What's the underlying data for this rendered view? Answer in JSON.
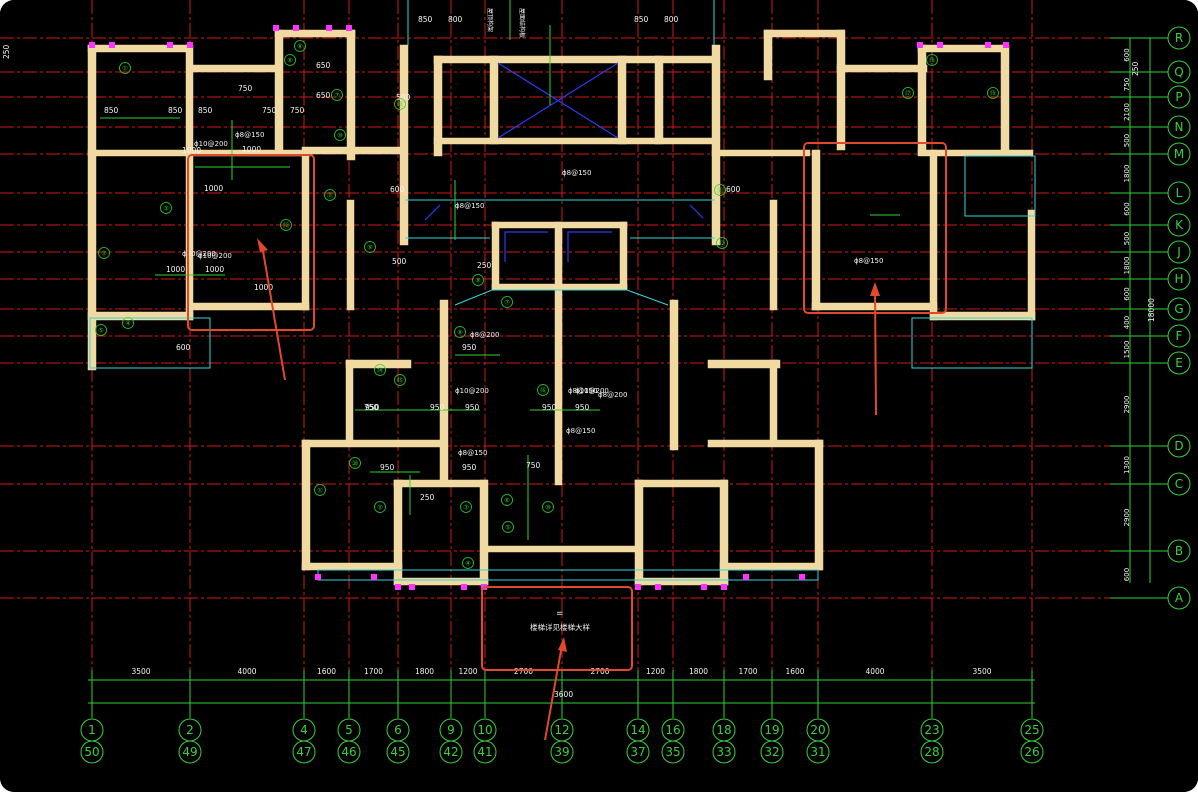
{
  "drawing": {
    "background": "#000000",
    "grid_color": "#d01818",
    "wall_color": "#f1d9a2",
    "dimension_color": "#2fd32f",
    "callout_color": "#e1492d"
  },
  "axes_vertical": [
    {
      "top": "1",
      "bottom": "50"
    },
    {
      "top": "2",
      "bottom": "49"
    },
    {
      "top": "4",
      "bottom": "47"
    },
    {
      "top": "5",
      "bottom": "46"
    },
    {
      "top": "6",
      "bottom": "45"
    },
    {
      "top": "9",
      "bottom": "42"
    },
    {
      "top": "10",
      "bottom": "41"
    },
    {
      "top": "12",
      "bottom": "39"
    },
    {
      "top": "14",
      "bottom": "37"
    },
    {
      "top": "16",
      "bottom": "35"
    },
    {
      "top": "18",
      "bottom": "33"
    },
    {
      "top": "19",
      "bottom": "32"
    },
    {
      "top": "20",
      "bottom": "31"
    },
    {
      "top": "23",
      "bottom": "28"
    },
    {
      "top": "25",
      "bottom": "26"
    }
  ],
  "axes_horizontal": [
    "R",
    "Q",
    "P",
    "N",
    "M",
    "L",
    "K",
    "J",
    "H",
    "G",
    "F",
    "E",
    "D",
    "C",
    "B",
    "A"
  ],
  "bottom_dims": [
    "3500",
    "4000",
    "1600",
    "1700",
    "1800",
    "1200",
    "2700",
    "2700",
    "1200",
    "1800",
    "1700",
    "1600",
    "4000",
    "3500"
  ],
  "center_dim": "3600",
  "right_dims": [
    "600",
    "750",
    "2100",
    "500",
    "1800",
    "600",
    "500",
    "1800",
    "600",
    "400",
    "1500",
    "2900",
    "1300",
    "2900",
    "600"
  ],
  "right_top_dim": "250",
  "right_total": "18000",
  "left_top_dim": "250",
  "top_dims": [
    "850",
    "800",
    "850",
    "800"
  ],
  "room_dims": [
    "850",
    "850",
    "850",
    "750",
    "750",
    "750",
    "1000",
    "1000",
    "1000",
    "1000",
    "1000",
    "1000",
    "600",
    "600",
    "600",
    "500",
    "500",
    "650",
    "650",
    "950",
    "950",
    "950",
    "950",
    "950",
    "950",
    "950",
    "950",
    "750",
    "750",
    "250",
    "250"
  ],
  "rebar_labels": [
    "ɸ8@150",
    "ɸ10@200",
    "ɸ10@200",
    "ɸ8@150",
    "ɸ8@150",
    "ɸ10@200",
    "ɸ8@150",
    "ɸ10@200",
    "ɸ8@150",
    "ɸ8@200",
    "ɸ10@200",
    "ɸ8@150",
    "ɸ8@150",
    "ɸ8@200"
  ],
  "note_text": "楼梯详见楼梯大样",
  "note_text_2": "屋面结构板",
  "note_text_3": "屋顶构架",
  "note_mark": "=",
  "slab_tags": [
    "①",
    "②",
    "③",
    "④",
    "⑤",
    "⑥",
    "⑦",
    "⑧",
    "⑨",
    "⑩",
    "⑪",
    "⑫",
    "⑬",
    "⑭",
    "⑮",
    "⑯",
    "⑰",
    "⑱",
    "⑲",
    "⑳"
  ]
}
